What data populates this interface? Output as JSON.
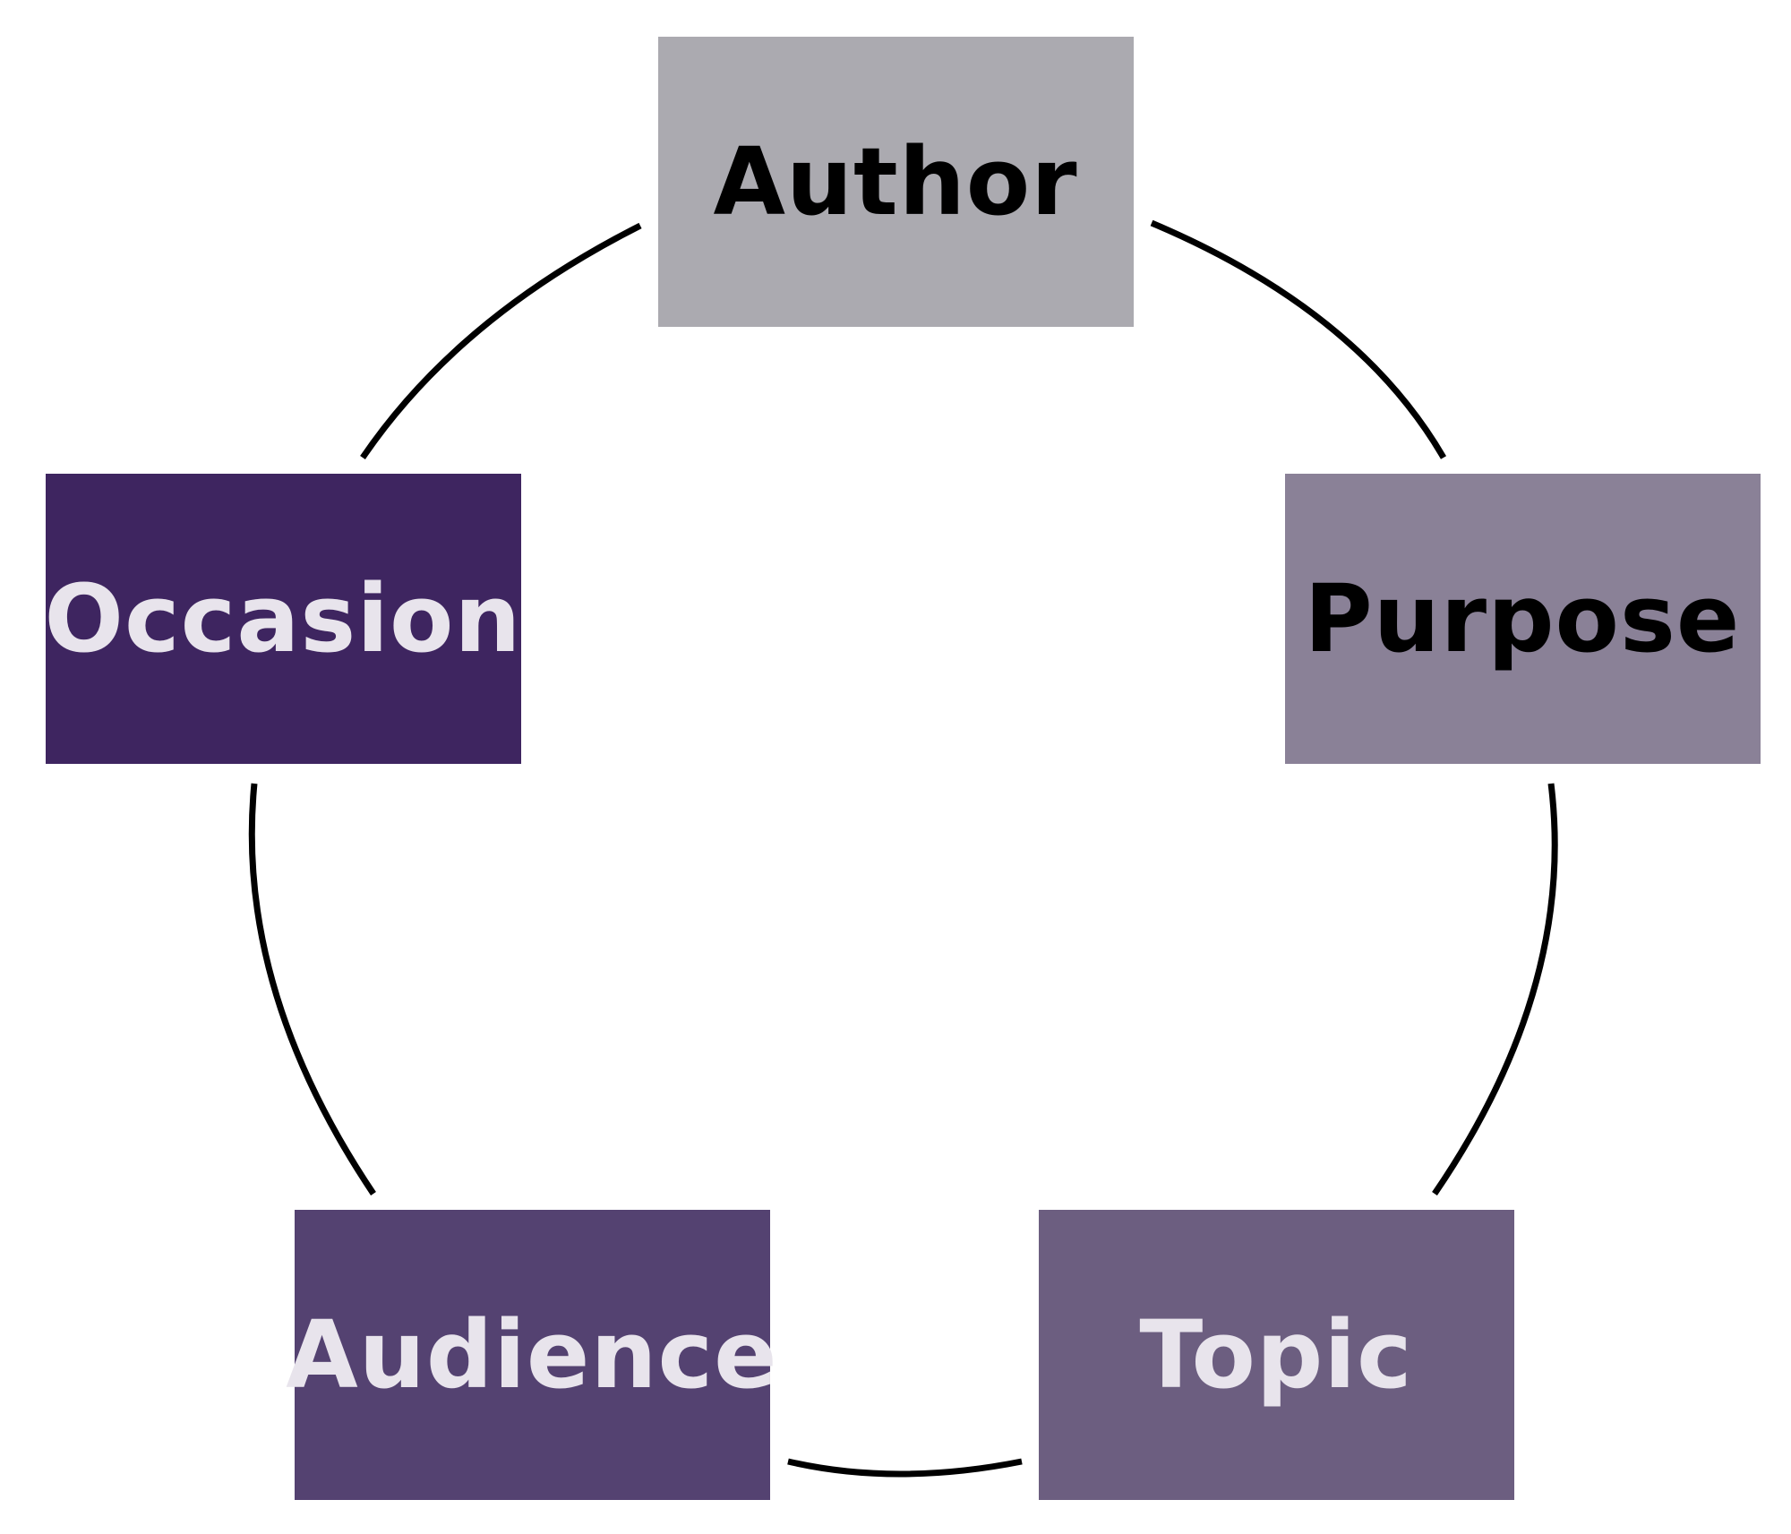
{
  "diagram": {
    "type": "cycle",
    "nodes": [
      {
        "id": "author",
        "label": "Author",
        "fill": "#abaab0",
        "text_color": "#000000"
      },
      {
        "id": "purpose",
        "label": "Purpose",
        "fill": "#8a8197",
        "text_color": "#000000"
      },
      {
        "id": "topic",
        "label": "Topic",
        "fill": "#6c5e80",
        "text_color": "#e8e4ec"
      },
      {
        "id": "audience",
        "label": "Audience",
        "fill": "#544271",
        "text_color": "#e8e4ec"
      },
      {
        "id": "occasion",
        "label": "Occasion",
        "fill": "#3e2560",
        "text_color": "#e8e4ec"
      }
    ],
    "connector_color": "#000000"
  }
}
